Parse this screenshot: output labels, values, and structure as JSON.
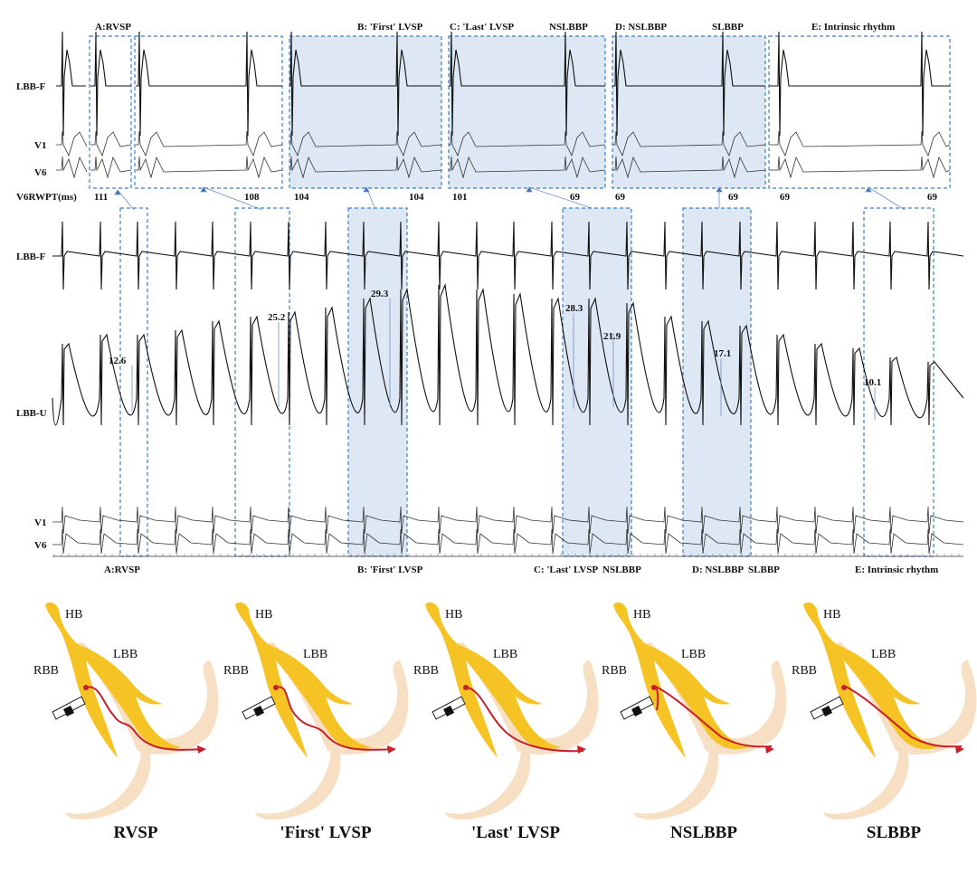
{
  "top_panel": {
    "segments": [
      {
        "label": "A:RVSP",
        "shaded": false
      },
      {
        "label": "B: 'First' LVSP",
        "shaded": true
      },
      {
        "label": "C: 'Last' LVSP",
        "shaded": true,
        "right_label": "NSLBBP"
      },
      {
        "label": "D: NSLBBP",
        "shaded": true,
        "right_label": "SLBBP"
      },
      {
        "label": "E: Intrinsic rhythm",
        "shaded": false
      }
    ],
    "row_labels": {
      "lbbf": "LBB-F",
      "v1": "V1",
      "v6": "V6",
      "rwpt": "V6RWPT(ms)"
    },
    "rwpt_values": [
      "111",
      "108",
      "104",
      "104",
      "101",
      "69",
      "69",
      "69",
      "69",
      "69"
    ]
  },
  "middle_panel": {
    "row_labels": {
      "lbbf": "LBB-F",
      "lbbu": "LBB-U",
      "v1": "V1",
      "v6": "V6"
    },
    "measurements": [
      "12.6",
      "25.2",
      "29.3",
      "28.3",
      "21.9",
      "17.1",
      "10.1"
    ],
    "bottom_labels": [
      "A:RVSP",
      "B: 'First' LVSP",
      "C: 'Last' LVSP  NSLBBP",
      "D: NSLBBP  SLBBP",
      "E: Intrinsic rhythm"
    ]
  },
  "anatomy": {
    "labels": {
      "hb": "HB",
      "lbb": "LBB",
      "rbb": "RBB"
    },
    "panels": [
      "RVSP",
      "'First' LVSP",
      "'Last' LVSP",
      "NSLBBP",
      "SLBBP"
    ]
  },
  "colors": {
    "box": "#3a7fc4",
    "shade": "#dde8f4",
    "septum": "#f7dfc4",
    "conduction": "#f6c324",
    "activation": "#c8202a"
  }
}
